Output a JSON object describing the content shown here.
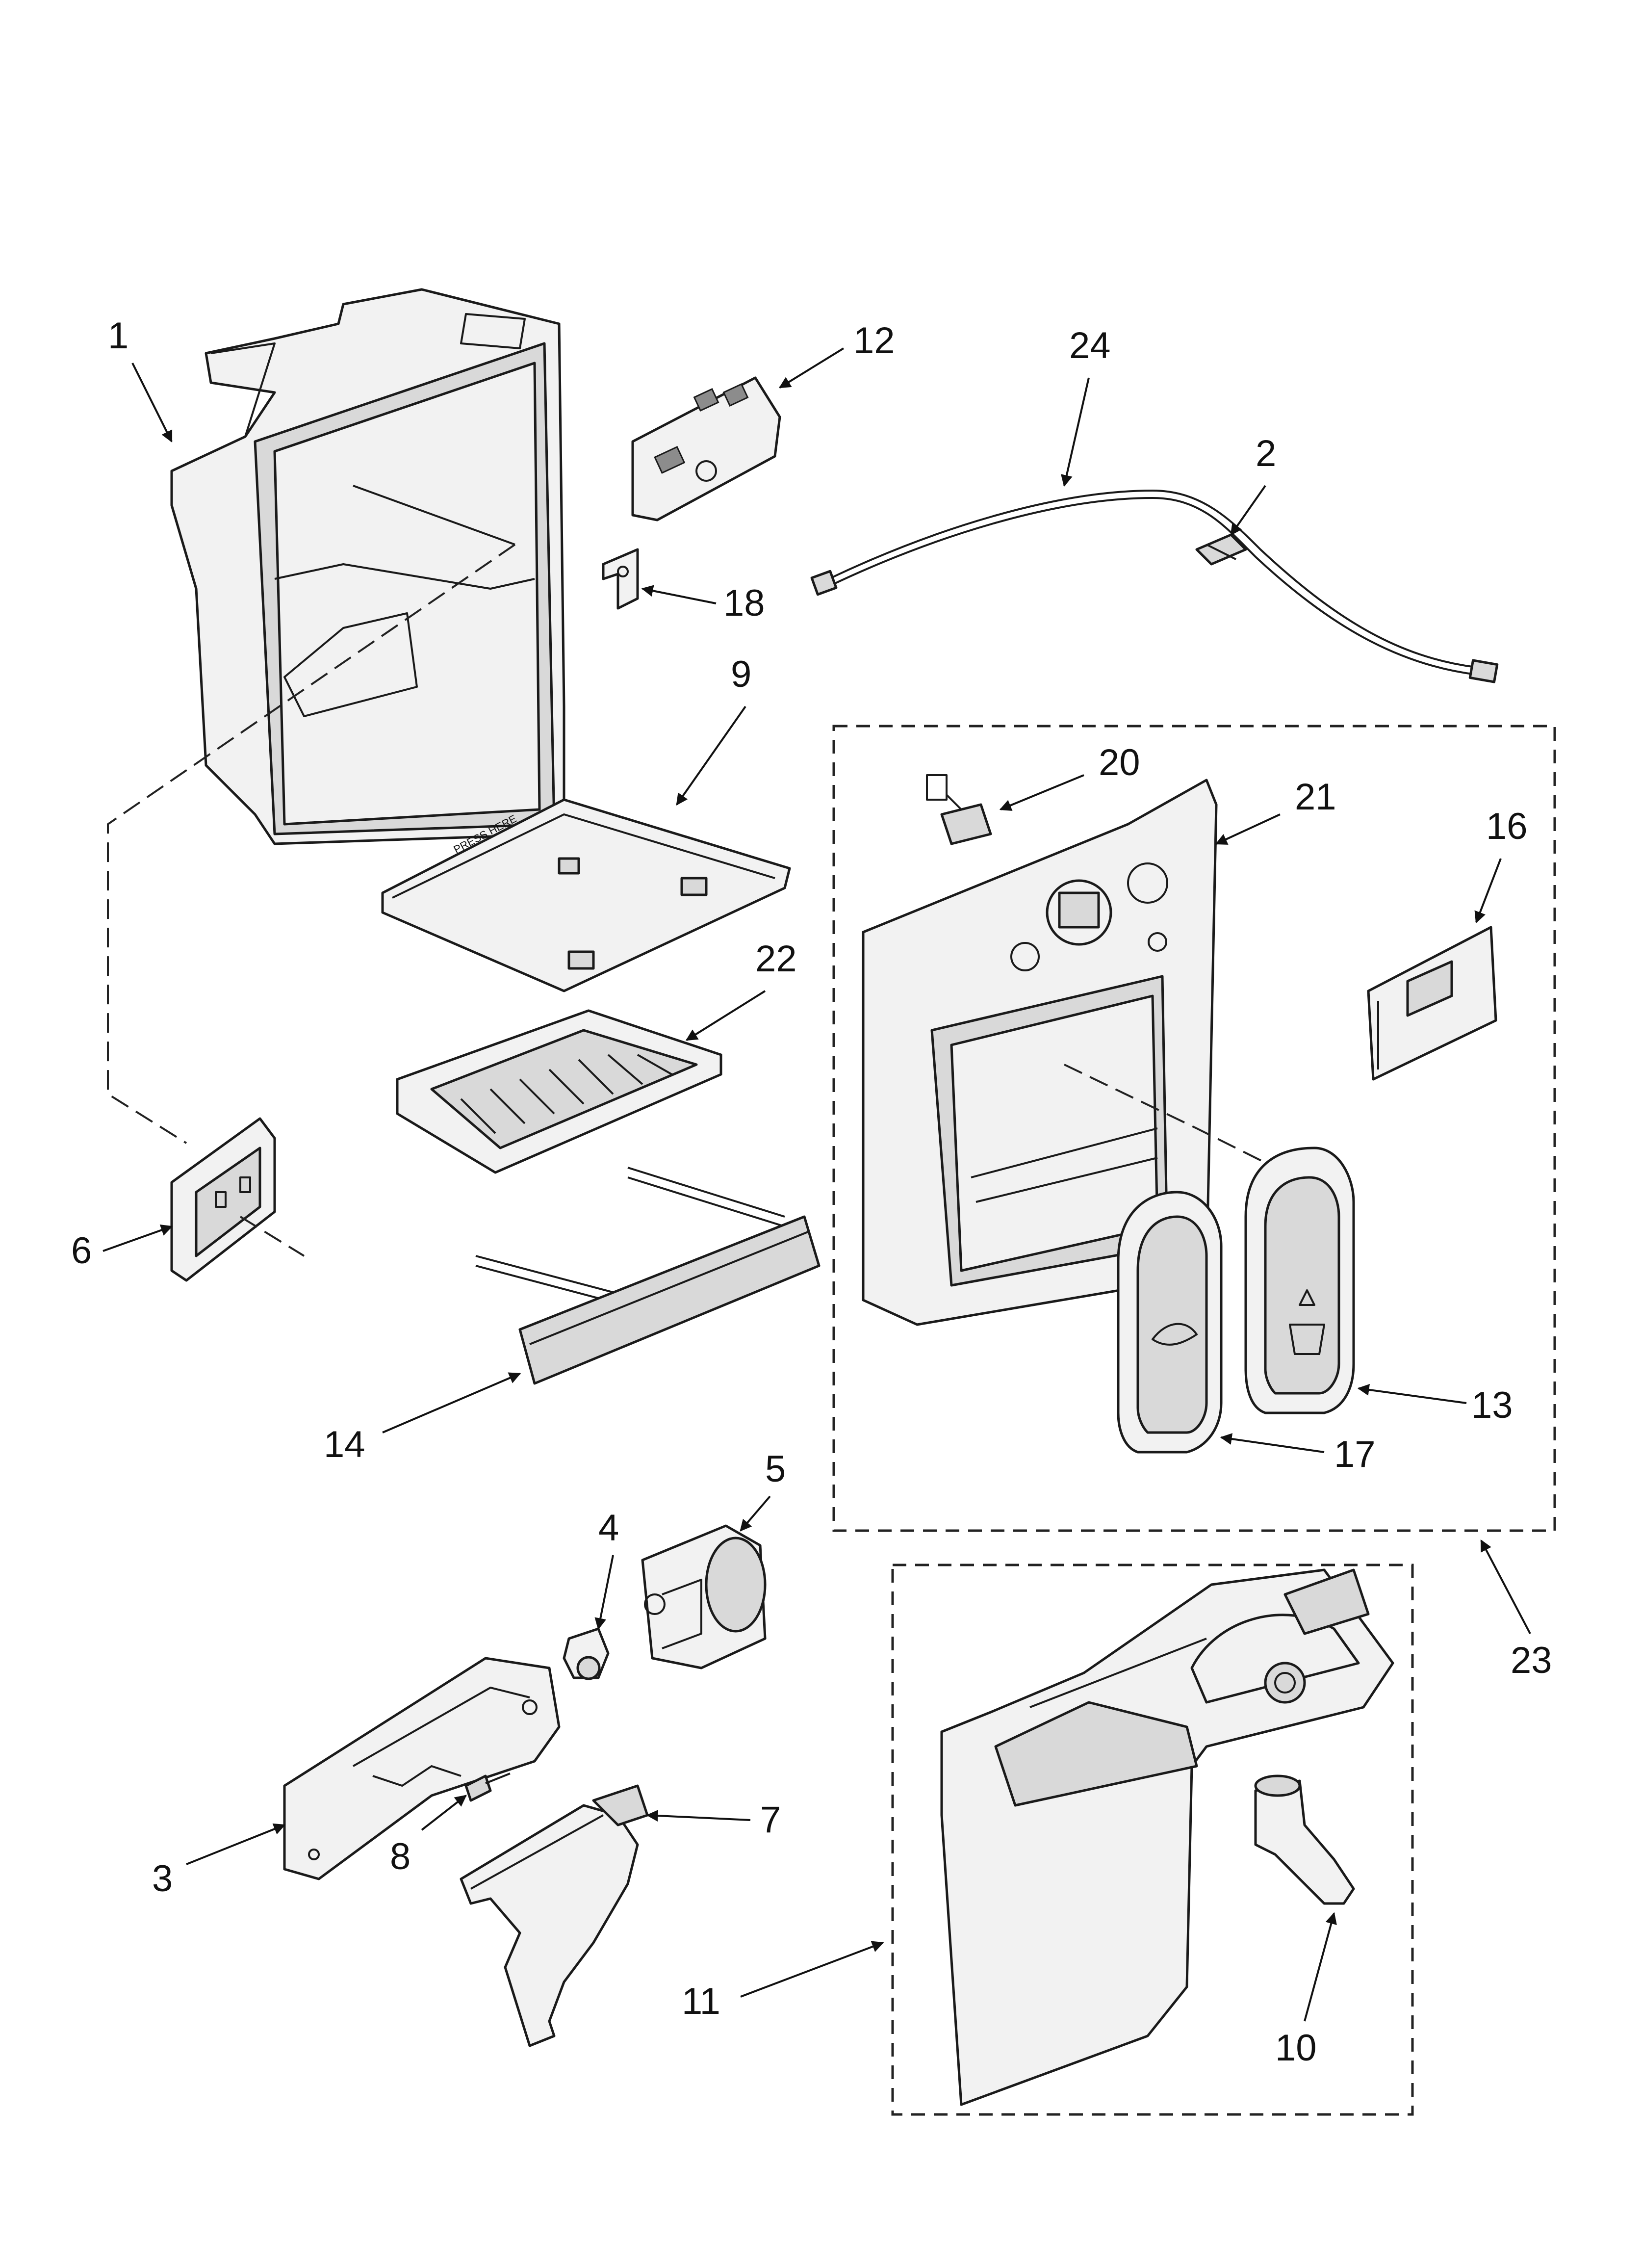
{
  "callouts": {
    "c1": "1",
    "c2": "2",
    "c3": "3",
    "c4": "4",
    "c5": "5",
    "c6": "6",
    "c7": "7",
    "c8": "8",
    "c9": "9",
    "c10": "10",
    "c11": "11",
    "c12": "12",
    "c13": "13",
    "c14": "14",
    "c16": "16",
    "c17": "17",
    "c18": "18",
    "c20": "20",
    "c21": "21",
    "c22": "22",
    "c23": "23",
    "c24": "24"
  },
  "part_text": {
    "shelf_label": "PRESS HERE"
  }
}
